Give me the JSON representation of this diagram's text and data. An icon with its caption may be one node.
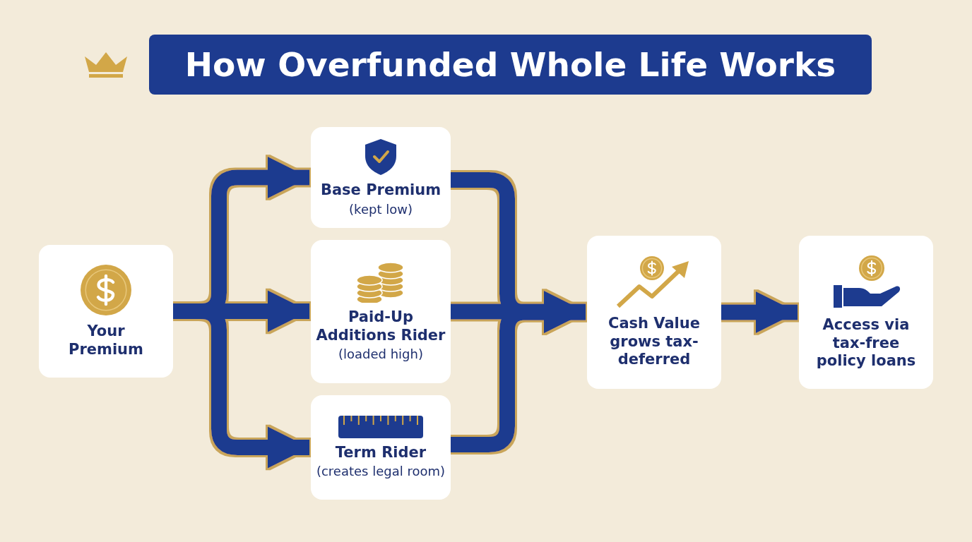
{
  "diagram": {
    "title": "How Overfunded Whole Life Works",
    "nodes": [
      {
        "text": [
          "Your Premium"
        ]
      },
      {
        "text": [
          "Base Premium",
          "(kept low)"
        ]
      },
      {
        "text": [
          "Paid-Up Additions Rider",
          "(loaded high)"
        ]
      },
      {
        "text": [
          "Term Rider",
          "(creates legal room)"
        ]
      },
      {
        "text": [
          "Cash Value grows tax-deferred"
        ]
      },
      {
        "text": [
          "Access via tax-free policy loans"
        ]
      }
    ],
    "edges": [
      {
        "from": 0,
        "to": 1,
        "arrow": "to"
      },
      {
        "from": 0,
        "to": 2,
        "arrow": "to"
      },
      {
        "from": 0,
        "to": 3,
        "arrow": "to"
      },
      {
        "from": 1,
        "to": 4,
        "arrow": "to"
      },
      {
        "from": 2,
        "to": 4,
        "arrow": "to"
      },
      {
        "from": 3,
        "to": 4,
        "arrow": "to"
      },
      {
        "from": 4,
        "to": 5,
        "arrow": "to"
      }
    ]
  }
}
